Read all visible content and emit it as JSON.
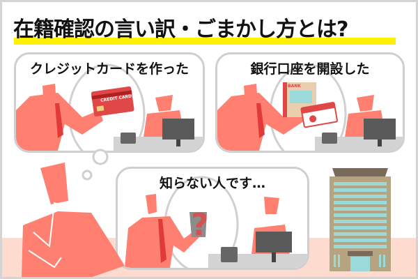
{
  "title": "在籍確認の言い訳・ごまかし方とは?",
  "bubbles": [
    {
      "text": "クレジットカードを作った",
      "card_label": "CREDIT CARD"
    },
    {
      "text": "銀行口座を開設した",
      "bank_label": "BANK"
    },
    {
      "text": "知らない人です…"
    }
  ],
  "colors": {
    "figure": "#ff8070",
    "tie": "#e03a3a",
    "highlight": "#fff200",
    "floor": "#fddccf",
    "building": "#b5a47f",
    "window": "#9adada"
  }
}
